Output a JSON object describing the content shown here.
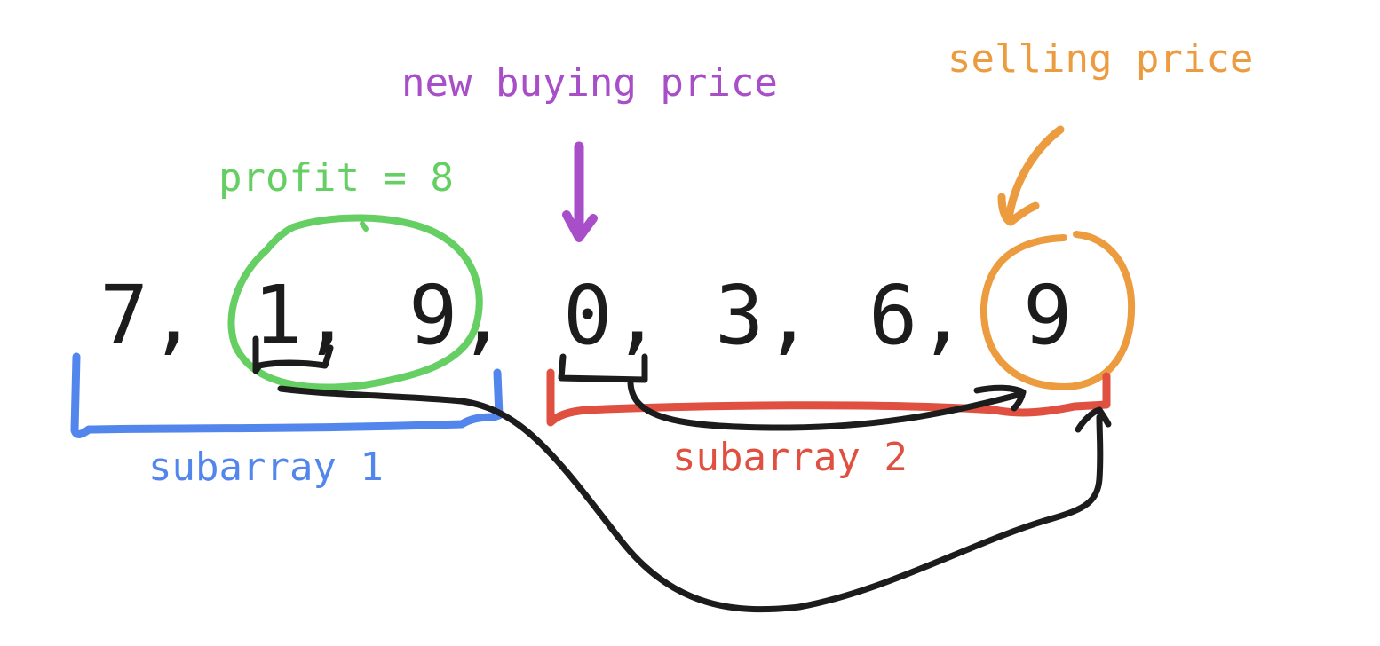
{
  "array": {
    "items": [
      "7,",
      "1,",
      "9,",
      "0,",
      "3,",
      "6,",
      "9"
    ]
  },
  "labels": {
    "profit": "profit = 8",
    "new_buying_price": "new buying price",
    "selling_price": "selling price",
    "subarray_1": "subarray 1",
    "subarray_2": "subarray 2"
  },
  "colors": {
    "green": "#65cf63",
    "purple": "#a74ec8",
    "orange": "#ec9c3f",
    "blue": "#5386ec",
    "red": "#df5040",
    "ink": "#1c1c1c"
  }
}
